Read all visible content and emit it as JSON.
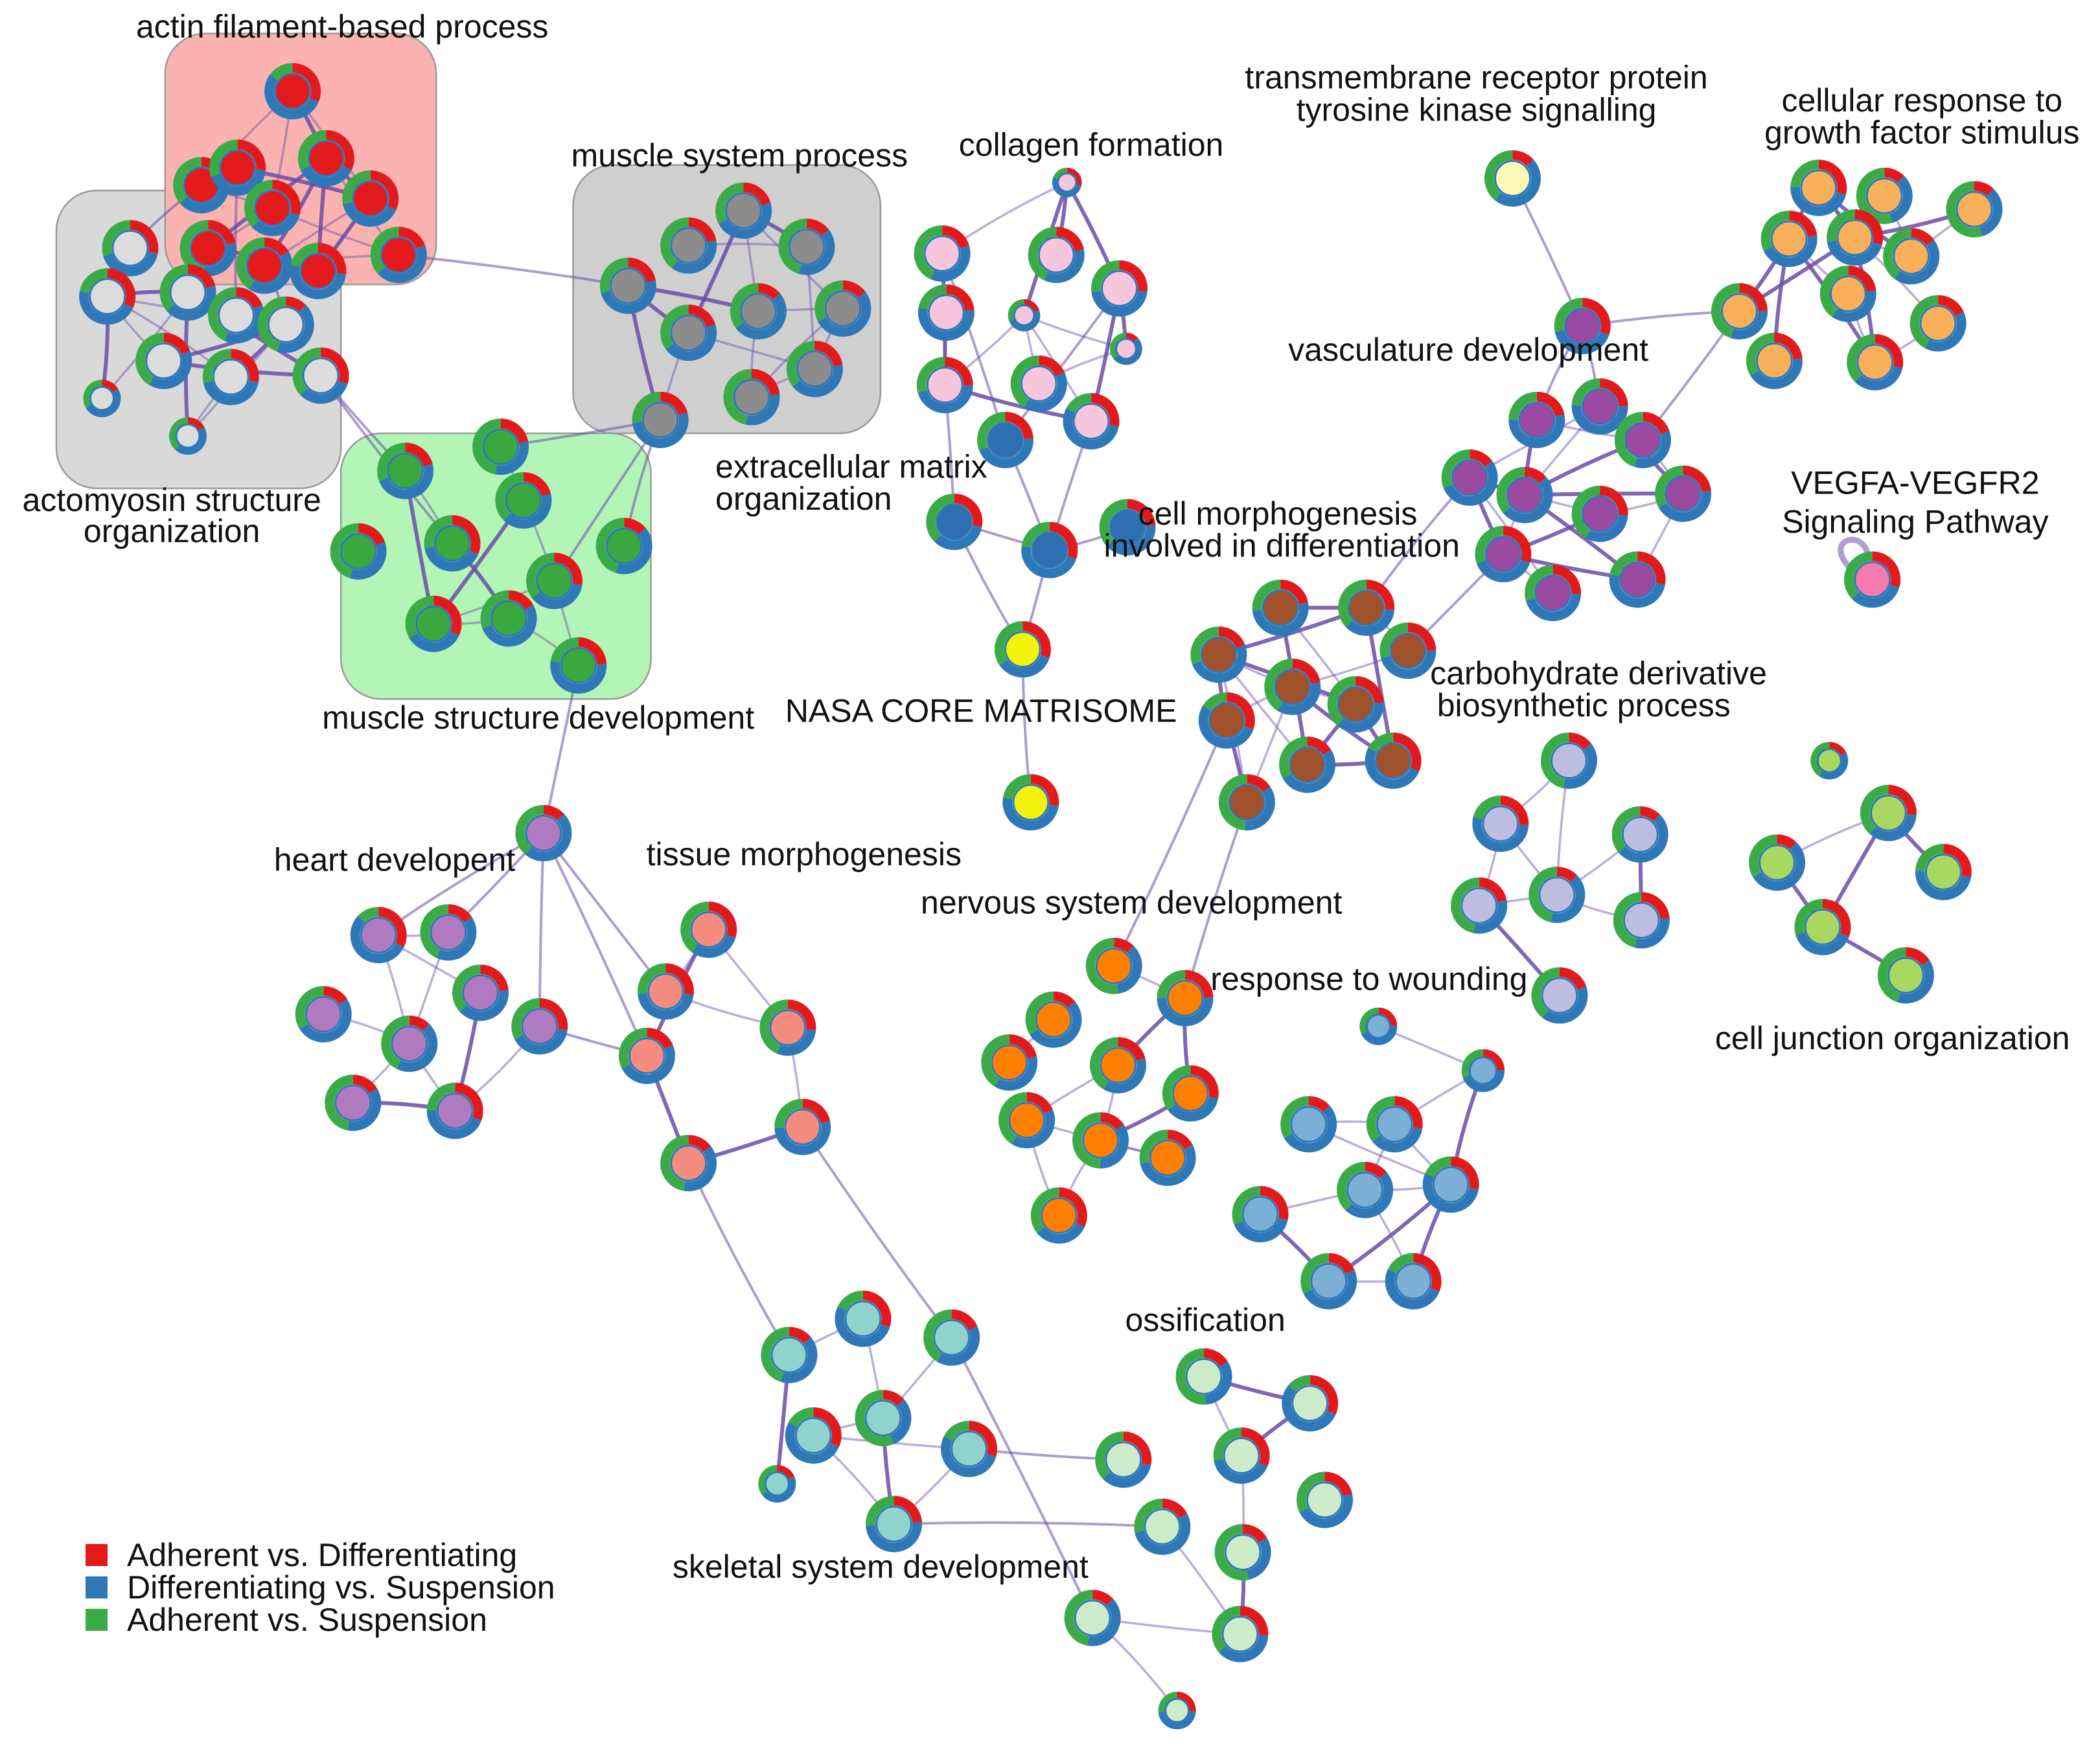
{
  "colors": {
    "adherent_vs_differentiating": "#e31a1c",
    "differentiating_vs_suspension": "#2f78b8",
    "adherent_vs_suspension": "#3bab47",
    "edge": "#6a4ca8"
  },
  "legend": [
    {
      "label": "Adherent vs. Differentiating",
      "color": "#e31a1c"
    },
    {
      "label": "Differentiating vs. Suspension",
      "color": "#2f78b8"
    },
    {
      "label": "Adherent vs. Suspension",
      "color": "#3bab47"
    }
  ],
  "clusters": [
    {
      "id": "actin",
      "label_lines": [
        "actin filament-based process"
      ],
      "node_color": "#e41a1c",
      "group_box": "#fab3b0"
    },
    {
      "id": "actomyosin",
      "label_lines": [
        "actomyosin structure",
        "organization"
      ],
      "node_color": "#dcdcdc",
      "group_box": "#d9d9d9"
    },
    {
      "id": "muscle_system",
      "label_lines": [
        "muscle system process"
      ],
      "node_color": "#8c8c8c",
      "group_box": "#cfcfcf"
    },
    {
      "id": "muscle_structure",
      "label_lines": [
        "muscle structure development"
      ],
      "node_color": "#3aa83f",
      "group_box": "#b2f5b7"
    },
    {
      "id": "collagen",
      "label_lines": [
        "collagen formation"
      ],
      "node_color": "#f7c6dd"
    },
    {
      "id": "ecm",
      "label_lines": [
        "extracellular  matrix",
        "organization"
      ],
      "node_color": "#2e6fb0"
    },
    {
      "id": "nasa",
      "label_lines": [
        "NASA CORE MATRISOME"
      ],
      "node_color": "#f2f20a"
    },
    {
      "id": "rtk",
      "label_lines": [
        "transmembrane receptor protein",
        "tyrosine kinase signalling"
      ],
      "node_color": "#fcf8b8"
    },
    {
      "id": "growth_factor",
      "label_lines": [
        "cellular response to",
        "growth factor stimulus"
      ],
      "node_color": "#f8b05a"
    },
    {
      "id": "vasculature",
      "label_lines": [
        "vasculature development"
      ],
      "node_color": "#9a4aa0"
    },
    {
      "id": "vegfa",
      "label_lines": [
        "VEGFA-VEGFR2",
        "Signaling Pathway"
      ],
      "node_color": "#f47ab0"
    },
    {
      "id": "cell_morph",
      "label_lines": [
        "cell morphogenesis",
        "involved in differentiation"
      ],
      "node_color": "#a0522d"
    },
    {
      "id": "carbohydrate",
      "label_lines": [
        "carbohydrate derivative",
        "biosynthetic process"
      ],
      "node_color": "#bdbde0"
    },
    {
      "id": "cell_junction",
      "label_lines": [
        "cell junction organization"
      ],
      "node_color": "#a8d860"
    },
    {
      "id": "heart",
      "label_lines": [
        "heart developent"
      ],
      "node_color": "#b07ac0"
    },
    {
      "id": "tissue_morph",
      "label_lines": [
        "tissue morphogenesis"
      ],
      "node_color": "#f58c80"
    },
    {
      "id": "nervous",
      "label_lines": [
        "nervous system development"
      ],
      "node_color": "#ff8000"
    },
    {
      "id": "wounding",
      "label_lines": [
        "response to wounding"
      ],
      "node_color": "#7bafd6"
    },
    {
      "id": "skeletal",
      "label_lines": [
        "skeletal system development"
      ],
      "node_color": "#8fd3cc"
    },
    {
      "id": "ossification",
      "label_lines": [
        "ossification"
      ],
      "node_color": "#ccebc8"
    }
  ]
}
